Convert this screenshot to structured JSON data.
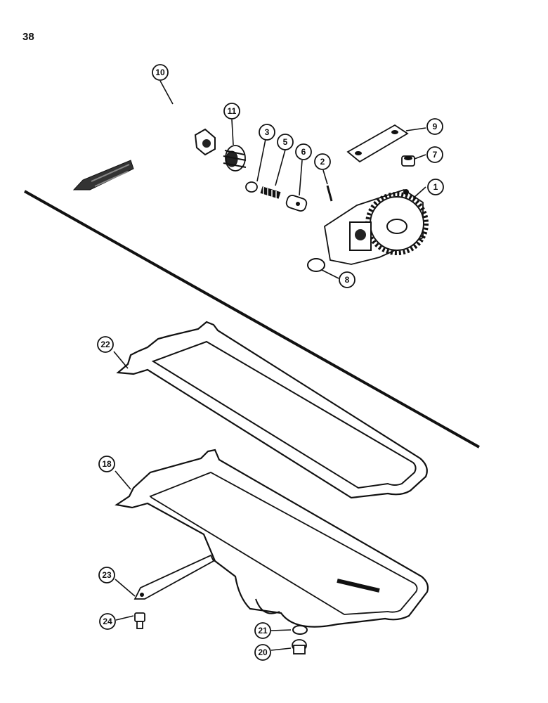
{
  "page_number": "38",
  "colors": {
    "ink": "#111111",
    "paper": "#ffffff"
  },
  "callouts": [
    {
      "id": "1",
      "part": "oil-pump"
    },
    {
      "id": "2",
      "part": "pin"
    },
    {
      "id": "3",
      "part": "seat"
    },
    {
      "id": "5",
      "part": "spring"
    },
    {
      "id": "6",
      "part": "relief-valve-plunger"
    },
    {
      "id": "7",
      "part": "nut"
    },
    {
      "id": "8",
      "part": "o-ring"
    },
    {
      "id": "9",
      "part": "lock-plate"
    },
    {
      "id": "10",
      "part": "oil-suction-tube"
    },
    {
      "id": "11",
      "part": "fitting"
    },
    {
      "id": "18",
      "part": "oil-pan"
    },
    {
      "id": "20",
      "part": "drain-plug"
    },
    {
      "id": "21",
      "part": "gasket-washer"
    },
    {
      "id": "22",
      "part": "oil-pan-gasket"
    },
    {
      "id": "23",
      "part": "strap"
    },
    {
      "id": "24",
      "part": "bolt"
    }
  ]
}
